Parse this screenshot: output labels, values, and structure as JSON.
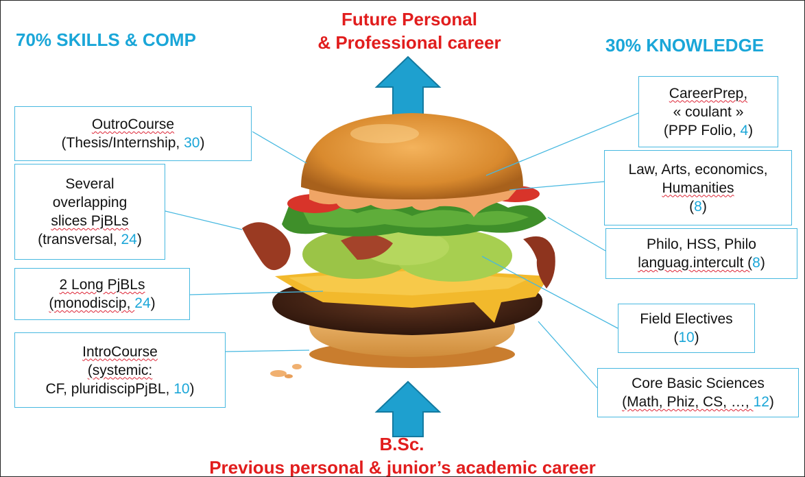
{
  "header": {
    "left": "70% SKILLS & COMP",
    "right": "30% KNOWLEDGE",
    "top_line1": "Future Personal",
    "top_line2": "& Professional career",
    "bottom_line1": "B.Sc.",
    "bottom_line2": "Previous personal & junior’s academic career"
  },
  "left_boxes": {
    "outro": {
      "l1": "OutroCourse",
      "l2": "(Thesis/Internship, ",
      "n": "30",
      "end": ")"
    },
    "slices": {
      "l1": "Several",
      "l2": "overlapping",
      "l3": "slices PjBLs",
      "l4": "(transversal, ",
      "n": "24",
      "end": ")"
    },
    "long": {
      "l1": "2 Long PjBLs",
      "l2": "(monodiscip, ",
      "n": "24",
      "end": ")"
    },
    "intro": {
      "l1": "IntroCourse",
      "l2": "(systemic:",
      "l3": "CF, pluridiscipPjBL, ",
      "n": "10",
      "end": ")"
    }
  },
  "right_boxes": {
    "career": {
      "l1": "CareerPrep,",
      "l2": "« coulant »",
      "l3": "(PPP Folio, ",
      "n": "4",
      "end": ")"
    },
    "law": {
      "l1": "Law, Arts, economics,",
      "l2": "Humanities",
      "l3a": "(",
      "n": "8",
      "end": ")"
    },
    "philo": {
      "l1": "Philo, HSS, Philo",
      "l2": "languag.intercult (",
      "n": "8",
      "end": ")"
    },
    "field": {
      "l1": "Field Electives",
      "l2a": "(",
      "n": "10",
      "end": ")"
    },
    "core": {
      "l1": "Core Basic Sciences",
      "l2": "(Math, Phiz, CS, …, ",
      "n": "12",
      "end": ")"
    }
  },
  "colors": {
    "blue": "#1aa6d8",
    "red": "#e11d1d",
    "arrow": "#1ea0cf",
    "box_border": "#46b8e0"
  },
  "icons": {
    "up_arrow_top": "up-arrow-icon",
    "up_arrow_bottom": "up-arrow-icon",
    "burger": "burger-illustration"
  }
}
